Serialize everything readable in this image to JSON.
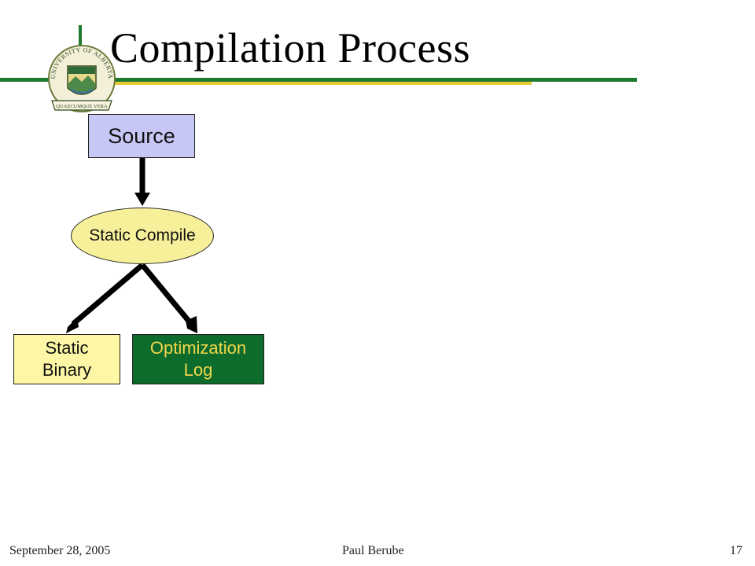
{
  "slide": {
    "title": "Compilation Process",
    "logo_text": "UNIVERSITY OF ALBERTA",
    "logo_motto": "QUAECUMQUE VERA"
  },
  "diagram": {
    "source": "Source",
    "compile": "Static Compile",
    "binary_line1": "Static",
    "binary_line2": "Binary",
    "optlog_line1": "Optimization",
    "optlog_line2": "Log"
  },
  "footer": {
    "date": "September 28, 2005",
    "author": "Paul Berube",
    "page": "17"
  },
  "colors": {
    "accent_green": "#1f7a2e",
    "accent_gold": "#e8cc35",
    "source_fill": "#c7c7f5",
    "compile_fill": "#f7f09a",
    "binary_fill": "#fdf6a4",
    "optlog_fill": "#0d6b2c",
    "optlog_text": "#f1d84a"
  }
}
